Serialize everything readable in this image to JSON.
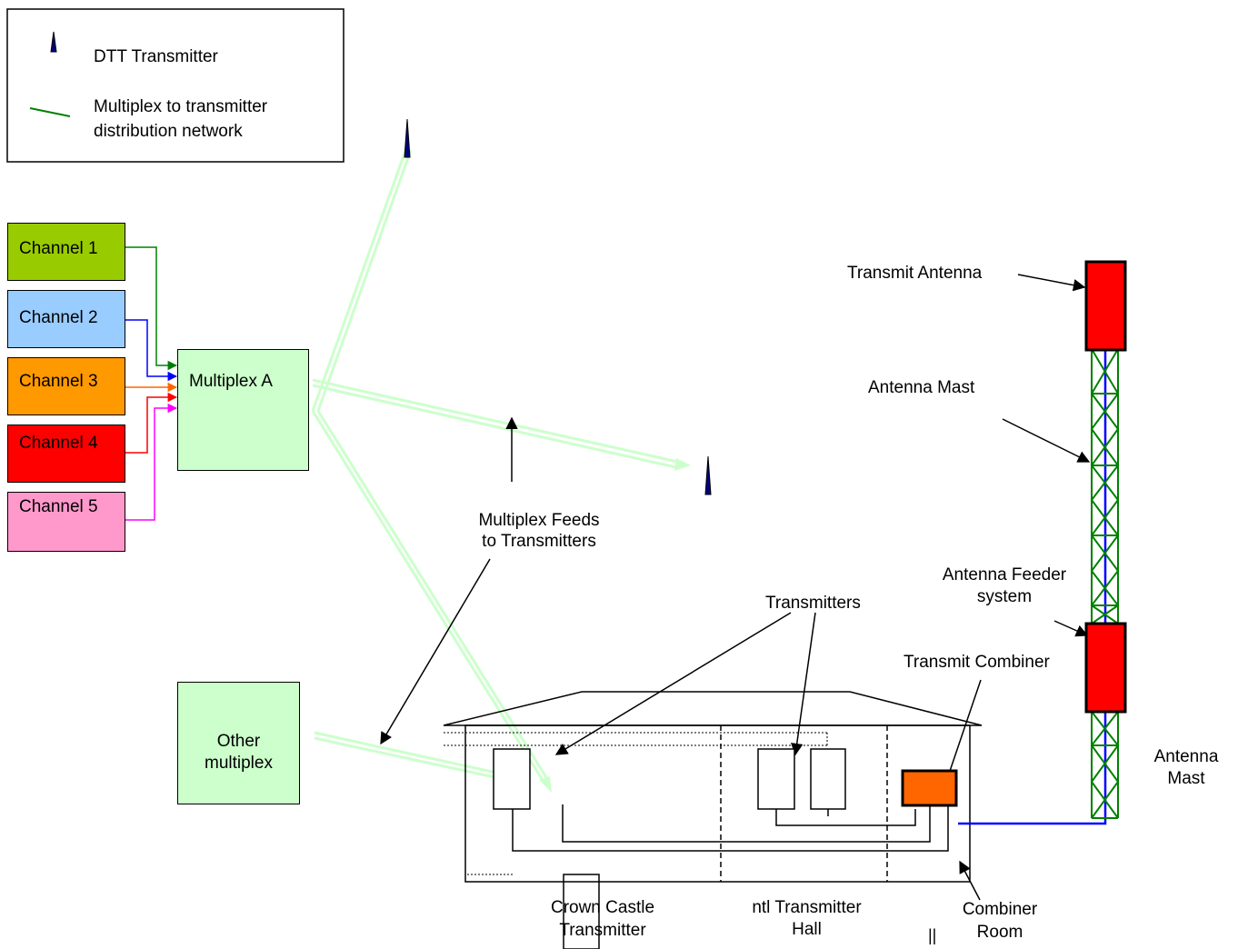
{
  "legend": {
    "transmitter_label": "DTT Transmitter",
    "network_label_line1": "Multiplex to transmitter",
    "network_label_line2": "distribution network"
  },
  "channels": [
    {
      "label": "Channel 1",
      "color": "#99cc00",
      "wire": "#008000"
    },
    {
      "label": "Channel 2",
      "color": "#99ccff",
      "wire": "#0000ff"
    },
    {
      "label": "Channel 3",
      "color": "#ff9900",
      "wire": "#ff6600"
    },
    {
      "label": "Channel 4",
      "color": "#ff0000",
      "wire": "#ff0000"
    },
    {
      "label": "Channel 5",
      "color": "#ff99cc",
      "wire": "#ff00ff"
    }
  ],
  "multiplex_a": {
    "label": "Multiplex A",
    "color": "#ccffcc"
  },
  "other_multiplex": {
    "line1": "Other",
    "line2": "multiplex"
  },
  "feeds_label": {
    "line1": "Multiplex Feeds",
    "line2": "to Transmitters"
  },
  "transmitters_label": "Transmitters",
  "transmit_combiner_label": "Transmit Combiner",
  "transmit_antenna_label": "Transmit Antenna",
  "antenna_mast_label": "Antenna Mast",
  "antenna_feeder_label": {
    "line1": "Antenna Feeder",
    "line2": "system"
  },
  "antenna_mast_right_label": {
    "line1": "Antenna",
    "line2": "Mast"
  },
  "crown_castle_label": {
    "line1": "Crown Castle",
    "line2": "Transmitter"
  },
  "ntl_hall_label": {
    "line1": "ntl Transmitter",
    "line2": "Hall"
  },
  "combiner_room_label": {
    "line1": "Combiner",
    "line2": "Room"
  },
  "stray_mark": "||",
  "colors": {
    "feed": "#ccffcc",
    "mast_lattice": "#008000",
    "feeder": "#0000ff",
    "antenna": "#ff0000",
    "combiner": "#ff6600",
    "transmitter_icon": "#000080"
  }
}
